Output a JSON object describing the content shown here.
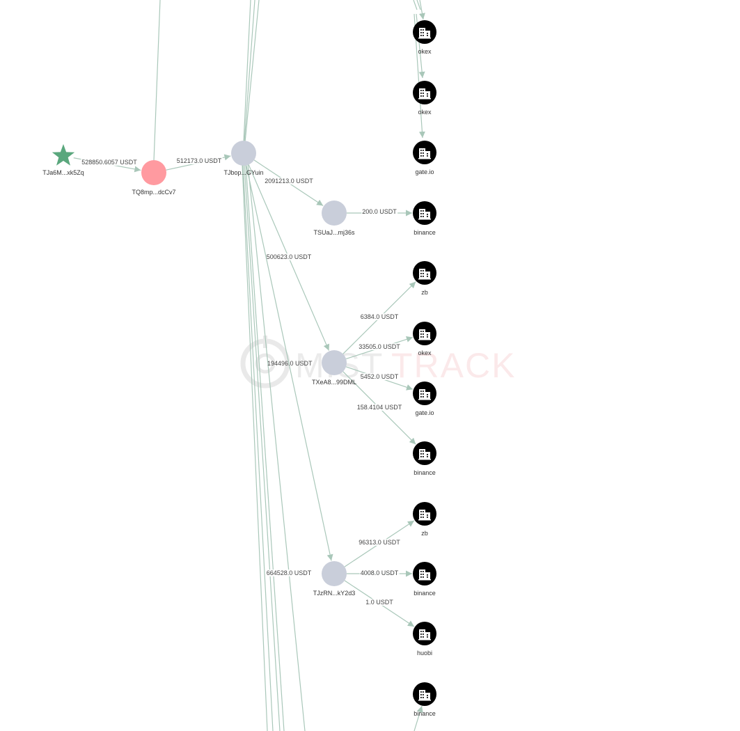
{
  "watermark": {
    "part1": "MIST",
    "part2": "TRACK"
  },
  "colors": {
    "edge": "#a9c7b9",
    "source": "#5aa77d",
    "suspect": "#ff9aa0",
    "wallet": "#c9ceda",
    "exchange": "#000000"
  },
  "nodes": [
    {
      "id": "src",
      "label": "TJa6M...xk5Zq",
      "type": "source",
      "icon": "star-icon"
    },
    {
      "id": "q8",
      "label": "TQ8mp...dcCv7",
      "type": "suspect"
    },
    {
      "id": "jb",
      "label": "TJbop...GYuin",
      "type": "wallet"
    },
    {
      "id": "su",
      "label": "TSUaJ...mj36s",
      "type": "wallet"
    },
    {
      "id": "xe",
      "label": "TXeA8...99DML",
      "type": "wallet"
    },
    {
      "id": "jz",
      "label": "TJzRN...kY2d3",
      "type": "wallet"
    },
    {
      "id": "e1",
      "label": "okex",
      "type": "exchange",
      "icon": "building-icon"
    },
    {
      "id": "e2",
      "label": "okex",
      "type": "exchange",
      "icon": "building-icon"
    },
    {
      "id": "e3",
      "label": "gate.io",
      "type": "exchange",
      "icon": "building-icon"
    },
    {
      "id": "e4",
      "label": "binance",
      "type": "exchange",
      "icon": "building-icon"
    },
    {
      "id": "e5",
      "label": "zb",
      "type": "exchange",
      "icon": "building-icon"
    },
    {
      "id": "e6",
      "label": "okex",
      "type": "exchange",
      "icon": "building-icon"
    },
    {
      "id": "e7",
      "label": "gate.io",
      "type": "exchange",
      "icon": "building-icon"
    },
    {
      "id": "e8",
      "label": "binance",
      "type": "exchange",
      "icon": "building-icon"
    },
    {
      "id": "e9",
      "label": "zb",
      "type": "exchange",
      "icon": "building-icon"
    },
    {
      "id": "e10",
      "label": "binance",
      "type": "exchange",
      "icon": "building-icon"
    },
    {
      "id": "e11",
      "label": "huobi",
      "type": "exchange",
      "icon": "building-icon"
    },
    {
      "id": "e12",
      "label": "binance",
      "type": "exchange",
      "icon": "building-icon"
    }
  ],
  "edges": [
    {
      "from": "src",
      "to": "q8",
      "label": "528850.6057 USDT"
    },
    {
      "from": "q8",
      "to": "jb",
      "label": "512173.0 USDT"
    },
    {
      "from": "jb",
      "to": "su",
      "label": "2091213.0 USDT"
    },
    {
      "from": "su",
      "to": "e4",
      "label": "200.0 USDT"
    },
    {
      "from": "jb",
      "to": "xe",
      "label": "500623.0 USDT"
    },
    {
      "from": "xe",
      "to": "e5",
      "label": "6384.0 USDT"
    },
    {
      "from": "xe",
      "to": "e6",
      "label": "33505.0 USDT"
    },
    {
      "from": "xe",
      "to": "e7",
      "label": "5452.0 USDT"
    },
    {
      "from": "xe",
      "to": "e8",
      "label": "158.4104 USDT"
    },
    {
      "from": "jb",
      "to": "jz",
      "label": "664528.0 USDT"
    },
    {
      "from": "jz",
      "to": "e9",
      "label": "96313.0 USDT"
    },
    {
      "from": "jz",
      "to": "e10",
      "label": "4008.0 USDT"
    },
    {
      "from": "jz",
      "to": "e11",
      "label": "1.0 USDT"
    }
  ],
  "extra_labels": [
    "194496.0 USDT"
  ]
}
